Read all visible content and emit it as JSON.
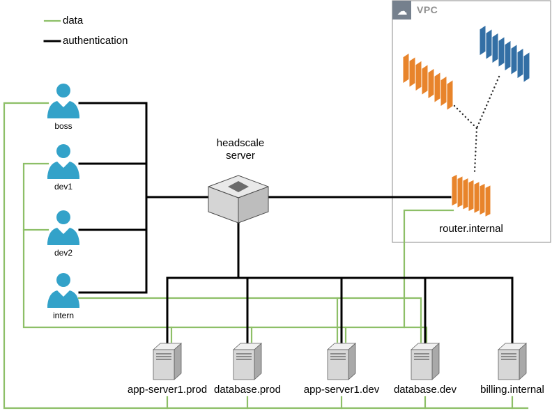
{
  "legend": {
    "items": [
      {
        "label": "data",
        "color": "#8dbf67"
      },
      {
        "label": "authentication",
        "color": "#000000"
      }
    ]
  },
  "users": [
    {
      "label": "boss"
    },
    {
      "label": "dev1"
    },
    {
      "label": "dev2"
    },
    {
      "label": "intern"
    }
  ],
  "headscale": {
    "label_line1": "headscale",
    "label_line2": "server"
  },
  "vpc": {
    "label": "VPC",
    "router_label": "router.internal"
  },
  "servers": [
    {
      "label": "app-server1.prod"
    },
    {
      "label": "database.prod"
    },
    {
      "label": "app-server1.dev"
    },
    {
      "label": "database.dev"
    },
    {
      "label": "billing.internal"
    }
  ],
  "colors": {
    "data_line": "#8dbf67",
    "auth_line": "#000000",
    "user_icon": "#33a2c9",
    "aws_orange": "#e8842b",
    "aws_blue": "#336fa5",
    "vpc_border": "#9e9e9e",
    "vpc_badge": "#75808d"
  }
}
